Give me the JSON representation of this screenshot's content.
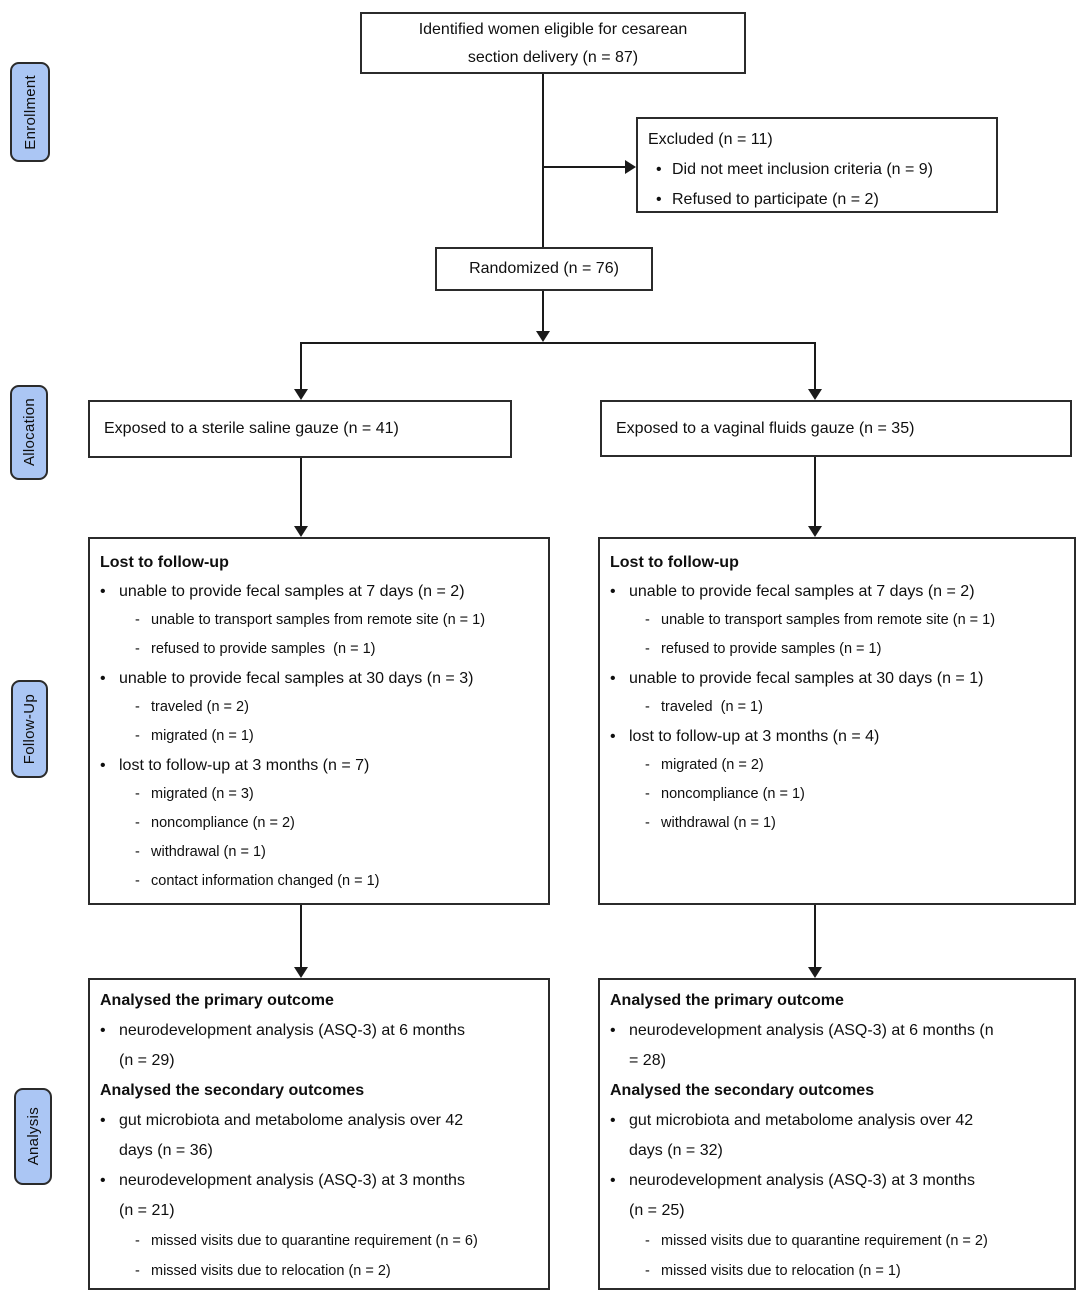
{
  "stages": {
    "enrollment": "Enrollment",
    "allocation": "Allocation",
    "follow_up": "Follow-Up",
    "analysis": "Analysis"
  },
  "eligible": {
    "text": "Identified women eligible for cesarean\nsection delivery (n = 87)"
  },
  "excluded": {
    "title": "Excluded (n = 11)",
    "content": [
      {
        "type": "bullet",
        "text": "Did not meet inclusion criteria (n = 9)"
      },
      {
        "type": "bullet",
        "text": "Refused to participate (n = 2)"
      }
    ]
  },
  "randomized": {
    "text": "Randomized (n = 76)"
  },
  "allocation_left": {
    "text": "Exposed to a sterile saline gauze (n = 41)"
  },
  "allocation_right": {
    "text": "Exposed to a vaginal fluids gauze (n = 35)"
  },
  "followup_left": {
    "content": [
      {
        "type": "header",
        "text": "Lost to follow-up"
      },
      {
        "type": "bullet",
        "text": "unable to provide fecal samples at 7 days (n = 2)"
      },
      {
        "type": "dash",
        "text": "unable to transport samples from remote site (n = 1)"
      },
      {
        "type": "dash",
        "text": "refused to provide samples  (n = 1)"
      },
      {
        "type": "bullet",
        "text": "unable to provide fecal samples at 30 days (n = 3)"
      },
      {
        "type": "dash",
        "text": "traveled (n = 2)"
      },
      {
        "type": "dash",
        "text": "migrated (n = 1)"
      },
      {
        "type": "bullet",
        "text": "lost to follow-up at 3 months (n = 7)"
      },
      {
        "type": "dash",
        "text": "migrated (n = 3)"
      },
      {
        "type": "dash",
        "text": "noncompliance (n = 2)"
      },
      {
        "type": "dash",
        "text": "withdrawal (n = 1)"
      },
      {
        "type": "dash",
        "text": "contact information changed (n = 1)"
      }
    ]
  },
  "followup_right": {
    "content": [
      {
        "type": "header",
        "text": "Lost to follow-up"
      },
      {
        "type": "bullet",
        "text": "unable to provide fecal samples at 7 days (n = 2)"
      },
      {
        "type": "dash",
        "text": "unable to transport samples from remote site (n = 1)"
      },
      {
        "type": "dash",
        "text": "refused to provide samples (n = 1)"
      },
      {
        "type": "bullet",
        "text": "unable to provide fecal samples at 30 days (n = 1)"
      },
      {
        "type": "dash",
        "text": "traveled  (n = 1)"
      },
      {
        "type": "bullet",
        "text": "lost to follow-up at 3 months (n = 4)"
      },
      {
        "type": "dash",
        "text": "migrated (n = 2)"
      },
      {
        "type": "dash",
        "text": "noncompliance (n = 1)"
      },
      {
        "type": "dash",
        "text": "withdrawal (n = 1)"
      }
    ]
  },
  "analysis_left": {
    "content": [
      {
        "type": "header",
        "text": "Analysed the primary outcome"
      },
      {
        "type": "bullet",
        "text": "neurodevelopment analysis (ASQ-3) at 6 months\n(n = 29)"
      },
      {
        "type": "header",
        "text": "Analysed the secondary outcomes"
      },
      {
        "type": "bullet",
        "text": "gut microbiota and metabolome analysis over 42\ndays (n = 36)"
      },
      {
        "type": "bullet",
        "text": "neurodevelopment analysis (ASQ-3) at 3 months\n(n = 21)"
      },
      {
        "type": "dash",
        "text": "missed visits due to quarantine requirement (n = 6)"
      },
      {
        "type": "dash",
        "text": "missed visits due to relocation (n = 2)"
      }
    ]
  },
  "analysis_right": {
    "content": [
      {
        "type": "header",
        "text": "Analysed the primary outcome"
      },
      {
        "type": "bullet",
        "text": "neurodevelopment analysis (ASQ-3) at 6 months (n\n= 28)"
      },
      {
        "type": "header",
        "text": "Analysed the secondary outcomes"
      },
      {
        "type": "bullet",
        "text": "gut microbiota and metabolome analysis over 42\ndays (n = 32)"
      },
      {
        "type": "bullet",
        "text": "neurodevelopment analysis (ASQ-3) at 3 months\n(n = 25)"
      },
      {
        "type": "dash",
        "text": "missed visits due to quarantine requirement (n = 2)"
      },
      {
        "type": "dash",
        "text": "missed visits due to relocation (n = 1)"
      }
    ]
  },
  "colors": {
    "stage_label_fill": "#abc6f4",
    "box_border": "#2b2b2b",
    "connector_line": "#1a1a1a",
    "background": "#ffffff",
    "text": "#0f0f0f"
  }
}
